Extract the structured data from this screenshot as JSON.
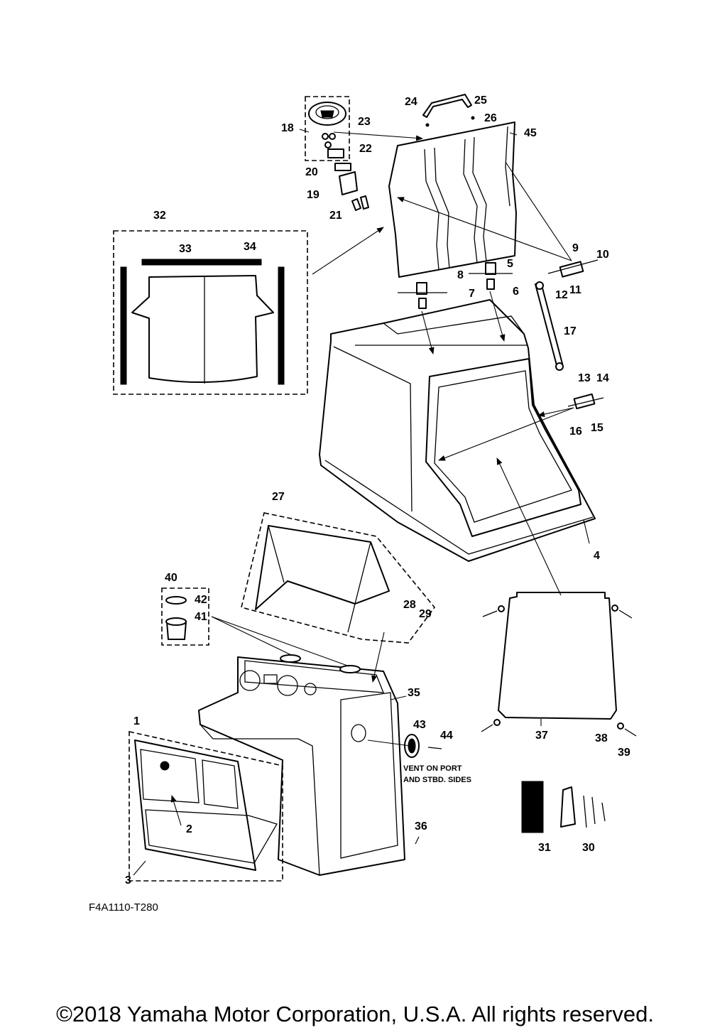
{
  "diagram": {
    "code": "F4A1110-T280",
    "note_lines": [
      "VENT ON PORT",
      "AND STBD. SIDES"
    ],
    "callouts": {
      "c1": "1",
      "c2": "2",
      "c3": "3",
      "c4": "4",
      "c5": "5",
      "c6": "6",
      "c7": "7",
      "c8": "8",
      "c9": "9",
      "c10": "10",
      "c11": "11",
      "c12": "12",
      "c13": "13",
      "c14": "14",
      "c15": "15",
      "c16": "16",
      "c17": "17",
      "c18": "18",
      "c19": "19",
      "c20": "20",
      "c21": "21",
      "c22": "22",
      "c23": "23",
      "c24": "24",
      "c25": "25",
      "c26": "26",
      "c27": "27",
      "c28": "28",
      "c29": "29",
      "c30": "30",
      "c31": "31",
      "c32": "32",
      "c33": "33",
      "c34": "34",
      "c35": "35",
      "c36": "36",
      "c37": "37",
      "c38": "38",
      "c39": "39",
      "c40": "40",
      "c41": "41",
      "c42": "42",
      "c43": "43",
      "c44": "44",
      "c45": "45"
    }
  },
  "footer": {
    "copyright": "©2018 Yamaha Motor Corporation, U.S.A. All rights reserved."
  }
}
